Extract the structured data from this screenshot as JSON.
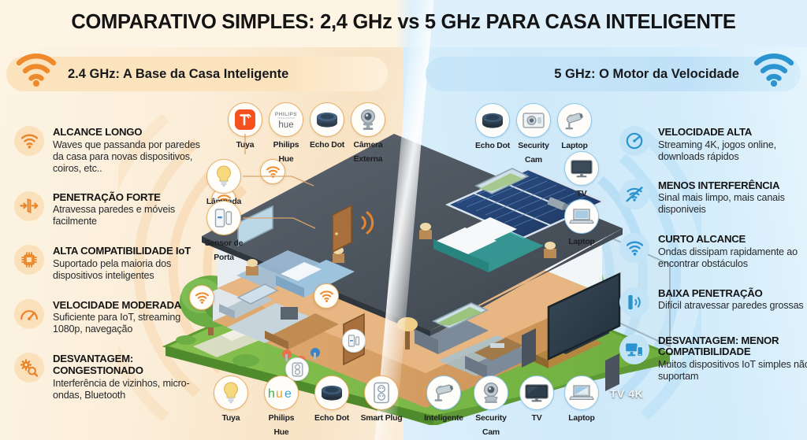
{
  "title": "COMPARATIVO SIMPLES: 2,4 GHz vs 5 GHz PARA CASA INTELIGENTE",
  "colors": {
    "left_accent": "#e8842a",
    "right_accent": "#2a93d0",
    "left_bg": "#fbeed9",
    "right_bg": "#d3ecfa",
    "left_badge": "#fbe3bd",
    "right_badge": "#c3e4f6",
    "title_text": "#141414"
  },
  "bands": {
    "left": {
      "label": "2.4 GHz: A Base da Casa Inteligente",
      "icon": "wifi-icon"
    },
    "right": {
      "label": "5 GHz: O Motor da Velocidade",
      "icon": "wifi-icon"
    }
  },
  "left_features": [
    {
      "icon": "wifi-icon",
      "title": "ALCANCE LONGO",
      "desc": "Waves que passanda por paredes da casa para novas dispositivos, coiros, etc.."
    },
    {
      "icon": "wall-penetration-icon",
      "title": "PENETRAÇÃO FORTE",
      "desc": "Atravessa paredes e móveis facilmente"
    },
    {
      "icon": "chip-icon",
      "title": "ALTA COMPATIBILIDADE IoT",
      "desc": "Suportado pela maioria dos dispositivos inteligentes"
    },
    {
      "icon": "speedometer-icon",
      "title": "VELOCIDADE MODERADA",
      "desc": "Suficiente para IoT, streaming 1080p, navegação"
    },
    {
      "icon": "gears-search-icon",
      "title": "DESVANTAGEM: CONGESTIONADO",
      "desc": "Interferência de vizinhos, micro-ondas, Bluetooth"
    }
  ],
  "right_features": [
    {
      "icon": "speedometer-icon",
      "title": "VELOCIDADE ALTA",
      "desc": "Streaming 4K, jogos online, downloads rápidos"
    },
    {
      "icon": "no-interference-icon",
      "title": "MENOS INTERFERÊNCIA",
      "desc": "Sinal mais limpo, mais canais disponiveis"
    },
    {
      "icon": "wifi-icon",
      "title": "CURTO ALCANCE",
      "desc": "Ondas dissipam rapidamente ao encontrar obstáculos"
    },
    {
      "icon": "blocked-wall-icon",
      "title": "BAIXA PENETRAÇÃO",
      "desc": "Difícil atravessar paredes grossas"
    },
    {
      "icon": "devices-icon",
      "title": "DESVANTAGEM: MENOR COMPATIBILIDADE",
      "desc": "Muitos dispositivos IoT simples não suportam"
    }
  ],
  "left_devices_top": [
    {
      "label": "Tuya",
      "icon": "tuya-logo-icon"
    },
    {
      "label": "Philips Hue",
      "icon": "philips-hue-logo-icon"
    },
    {
      "label": "Echo Dot",
      "icon": "echo-dot-icon"
    },
    {
      "label": "Câmera Externa",
      "icon": "outdoor-camera-icon"
    }
  ],
  "left_devices_side": [
    {
      "label": "Lâmpada Wi-Fi",
      "icon": "smart-bulb-icon"
    },
    {
      "label": "Sensor de Porta",
      "icon": "door-sensor-icon"
    }
  ],
  "left_devices_bottom": [
    {
      "label": "Tuya",
      "icon": "smart-bulb-icon"
    },
    {
      "label": "Philips Hue",
      "icon": "hue-wordmark-icon"
    },
    {
      "label": "Echo Dot",
      "icon": "echo-dot-icon"
    },
    {
      "label": "Smart Plug",
      "icon": "smart-plug-icon"
    }
  ],
  "right_devices_top": [
    {
      "label": "Echo Dot",
      "icon": "echo-dot-icon"
    },
    {
      "label": "Security Cam",
      "icon": "security-cam-box-icon"
    },
    {
      "label": "Laptop",
      "icon": "bullet-camera-icon"
    }
  ],
  "right_devices_side": [
    {
      "label": "TV",
      "icon": "tv-icon"
    },
    {
      "label": "Laptop",
      "icon": "laptop-icon"
    }
  ],
  "right_devices_bottom": [
    {
      "label": "Inteligente",
      "icon": "bullet-camera-icon"
    },
    {
      "label": "Security Cam",
      "icon": "dome-camera-icon"
    },
    {
      "label": "TV",
      "icon": "tv-icon"
    },
    {
      "label": "Laptop",
      "icon": "laptop-icon"
    }
  ],
  "scene": {
    "tv_screen_label": "TV 4K",
    "description": "isometric cutaway smart home with solar panels, bedrooms, kitchen, living room, wifi signal waves radiating orange on the left and blue on the right"
  }
}
